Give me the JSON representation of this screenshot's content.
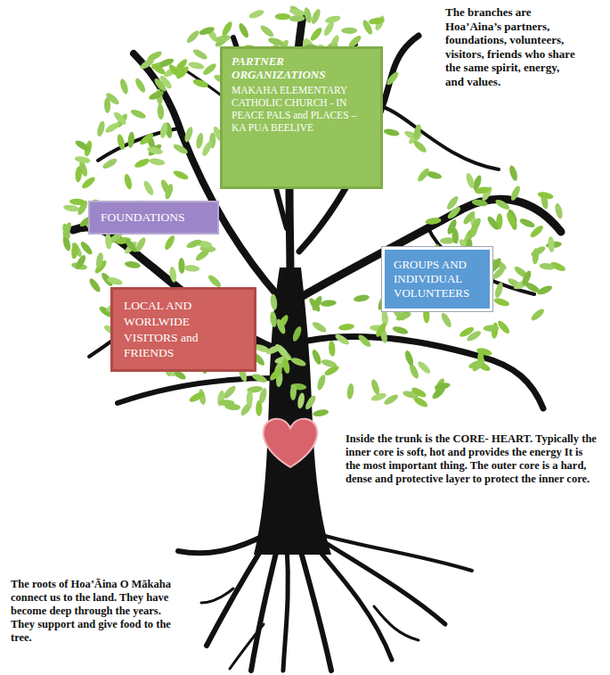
{
  "diagram": {
    "nodes": [
      {
        "text": [
          "PARTNER ORGANIZATIONS",
          "MAKAHA ELEMENTARY CATHOLIC CHURCH - IN PEACE PALS and PLACES – KA PUA BEELIVE"
        ]
      },
      {
        "text": [
          "FOUNDATIONS"
        ]
      },
      {
        "text": [
          "GROUPS AND INDIVIDUAL VOLUNTEERS"
        ]
      },
      {
        "text": [
          "LOCAL AND WORLWIDE VISITORS and FRIENDS"
        ]
      }
    ],
    "labels": [
      "The branches are Hoa’Aina’s partners, foundations, volunteers, visitors, friends who share the same spirit, energy, and values.",
      "Inside the trunk is the CORE- HEART. Typically the inner core is soft, hot and provides the energy It is the most important thing. The outer core is a hard, dense and protective layer to protect the inner core.",
      "The roots of Hoa’Āina O Mākaha connect us to the land. They have become deep through the years. They support and give food to the tree."
    ]
  }
}
